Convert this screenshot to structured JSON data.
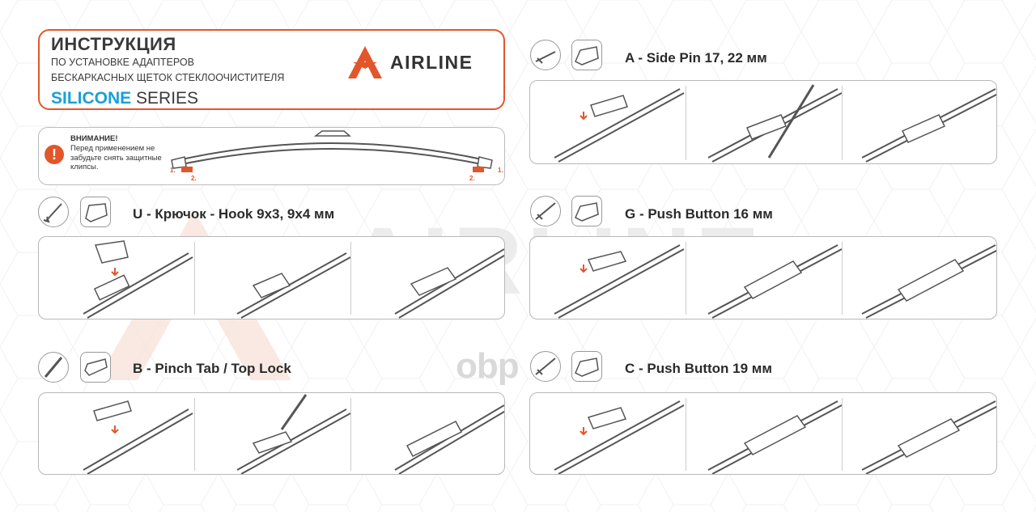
{
  "header": {
    "title": "ИНСТРУКЦИЯ",
    "subtitle_line1": "ПО УСТАНОВКЕ АДАПТЕРОВ",
    "subtitle_line2": "БЕСКАРКАСНЫХ ЩЕТОК СТЕКЛООЧИСТИТЕЛЯ",
    "series_highlight": "SILICONE",
    "series_rest": " SERIES"
  },
  "brand": {
    "name": "AIRLINE",
    "accent": "#e2562b"
  },
  "warning": {
    "title": "ВНИМАНИЕ!",
    "text": "Перед применением не забудьте снять защитные клипсы.",
    "step1": "1.",
    "step2": "2.",
    "icon": "exclamation-icon"
  },
  "sections": {
    "u": {
      "title": "U - Крючок - Hook 9x3, 9x4 мм"
    },
    "b": {
      "title": "B - Pinch Tab / Top Lock"
    },
    "a": {
      "title": "A - Side Pin 17, 22 мм"
    },
    "g": {
      "title": "G - Push Button 16 мм"
    },
    "c": {
      "title": "C - Push Button 19 мм"
    }
  },
  "watermarks": {
    "brand": "AIRLINE",
    "shop": "obp"
  },
  "colors": {
    "accent": "#e2562b",
    "series": "#1aa0d8",
    "text": "#3a3a3a",
    "border": "#b8b8b8"
  }
}
